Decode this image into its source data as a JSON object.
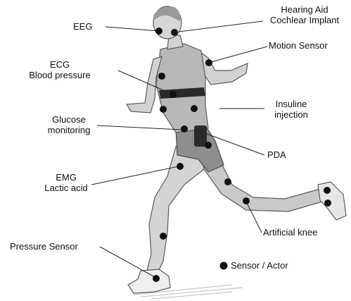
{
  "labels": {
    "eeg": "EEG",
    "hearing_aid_1": "Hearing Aid",
    "hearing_aid_2": "Cochlear Implant",
    "motion_sensor": "Motion Sensor",
    "ecg_1": "ECG",
    "ecg_2": "Blood pressure",
    "insuline_1": "Insuline",
    "insuline_2": "injection",
    "glucose_1": "Glucose",
    "glucose_2": "monitoring",
    "pda": "PDA",
    "emg_1": "EMG",
    "emg_2": "Lactic acid",
    "artificial_knee": "Artificial knee",
    "pressure_sensor": "Pressure Sensor",
    "legend": "Sensor / Actor"
  },
  "colors": {
    "dot": "#111111",
    "leader_line": "#222222",
    "skin": "#d2d2d2",
    "shirt": "#b8b8b8",
    "shorts": "#8e8e8e",
    "outline": "#5a5a5a"
  }
}
